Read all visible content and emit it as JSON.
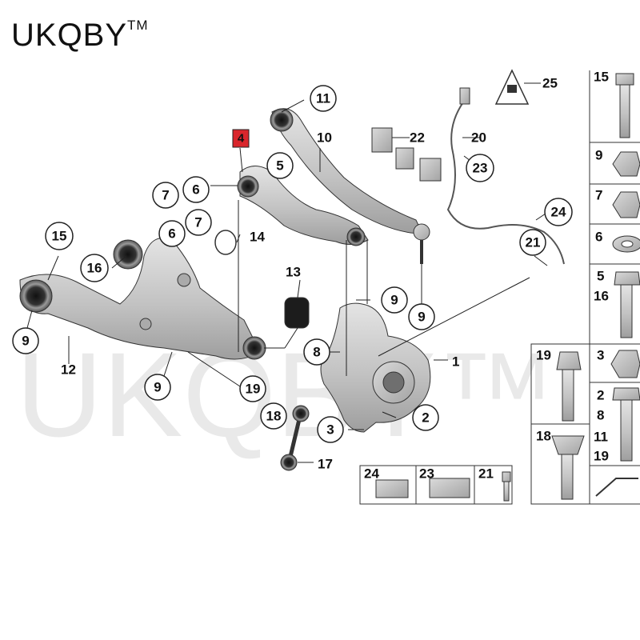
{
  "brand": {
    "name": "UKQBY",
    "mark": "TM"
  },
  "watermark": "UKQBY™",
  "colors": {
    "highlight": "#d9262c",
    "part": "#c7c7c7",
    "outline": "#222222"
  },
  "callouts": {
    "c11": "11",
    "c5": "5",
    "c6a": "6",
    "c7a": "7",
    "c6b": "6",
    "c7b": "7",
    "c15": "15",
    "c16": "16",
    "c9a": "9",
    "c9b": "9",
    "c9c": "9",
    "c9d": "9",
    "c19": "19",
    "c18": "18",
    "c3": "3",
    "c2": "2",
    "c8": "8",
    "c23": "23",
    "c24": "24",
    "c21": "21"
  },
  "labels": {
    "l4": "4",
    "l10": "10",
    "l12": "12",
    "l13": "13",
    "l14": "14",
    "l17": "17",
    "l1": "1",
    "l20": "20",
    "l22": "22",
    "l25": "25"
  },
  "side_panel": {
    "items": [
      "15",
      "9",
      "7",
      "6",
      "5",
      "16",
      "3",
      "2",
      "8",
      "11",
      "19"
    ]
  },
  "hardware_panel": {
    "items": [
      "19",
      "18"
    ]
  },
  "bottom_panel": {
    "items": [
      "24",
      "23",
      "21"
    ]
  }
}
